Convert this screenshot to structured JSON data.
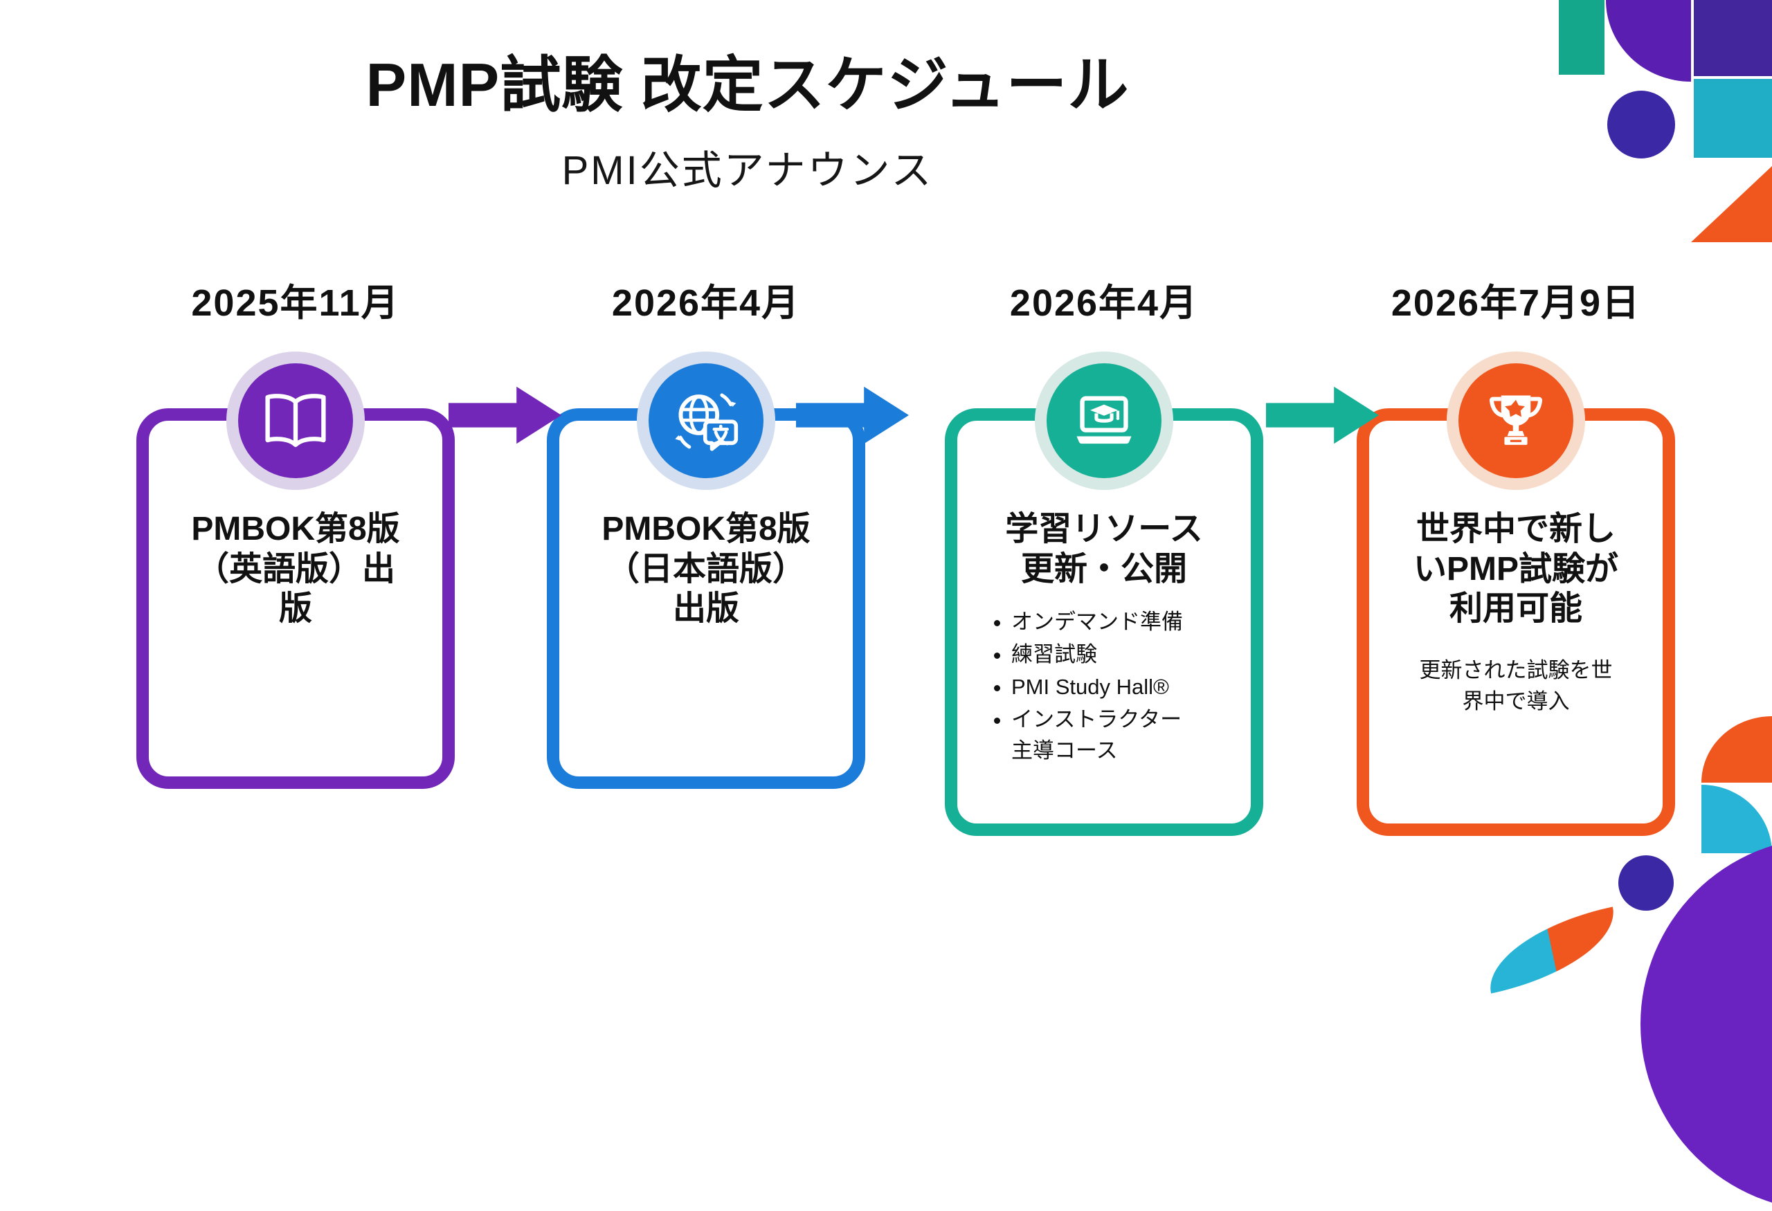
{
  "header": {
    "title": "PMP試験 改定スケジュール",
    "subtitle": "PMI公式アナウンス"
  },
  "timeline": {
    "steps": [
      {
        "date": "2025年11月",
        "title": "PMBOK第8版\n（英語版）出\n版",
        "icon": "open-book-icon",
        "accent_color": "#7227b8",
        "ring_color": "#dcd3ea"
      },
      {
        "date": "2026年4月",
        "title": "PMBOK第8版\n（日本語版）\n出版",
        "icon": "globe-translate-icon",
        "accent_color": "#1b7cd9",
        "ring_color": "#d3dff0"
      },
      {
        "date": "2026年4月",
        "title": "学習リソース\n更新・公開",
        "icon": "laptop-graduation-icon",
        "accent_color": "#16b096",
        "ring_color": "#d7e9e4",
        "bullets": [
          "オンデマンド準備",
          "練習試験",
          "PMI Study Hall®",
          "インストラクター\n主導コース"
        ]
      },
      {
        "date": "2026年7月9日",
        "title": "世界中で新し\nいPMP試験が\n利用可能",
        "icon": "trophy-icon",
        "accent_color": "#f0571f",
        "ring_color": "#f7dccb",
        "subtitle": "更新された試験を世\n界中で導入"
      }
    ]
  },
  "decor": {
    "green_square": "#14a78b",
    "purple_quarter": "#5a1eb0",
    "indigo_square": "#43269b",
    "teal_square": "#1faec6",
    "indigo_circle": "#3a28a5",
    "orange_triangle": "#f0571f",
    "orange_quarter": "#f0571f",
    "teal_quarter": "#28b4d6",
    "indigo_circle_small": "#3a28a5",
    "purple_blob": "#6a22c0",
    "leaf_teal": "#28b4d6",
    "leaf_orange": "#f0571f"
  }
}
